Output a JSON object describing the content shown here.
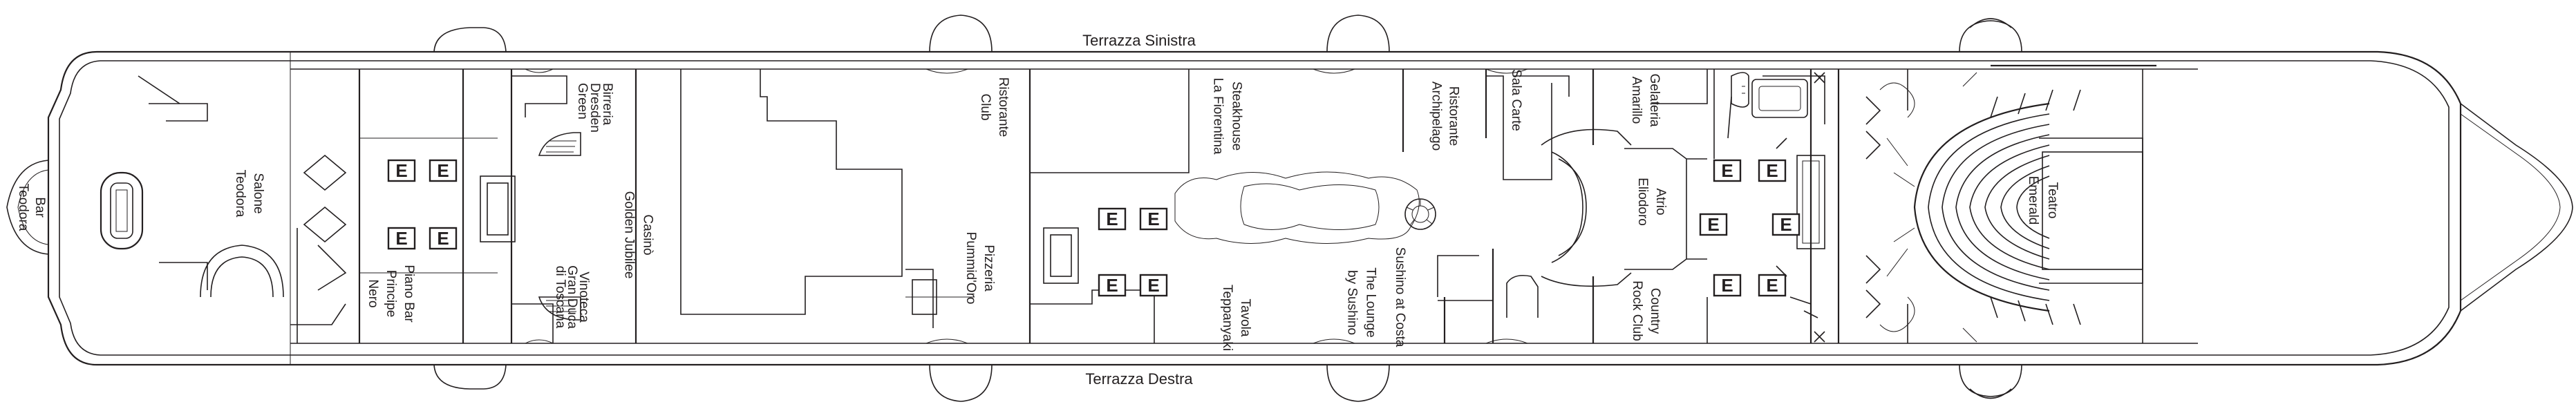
{
  "deck": {
    "terraces": {
      "port": "Terrazza Sinistra",
      "starboard": "Terrazza Destra"
    },
    "elevator_glyph": "E",
    "venues": [
      {
        "id": "bar-teodora",
        "lines": [
          "Bar",
          "Teodora"
        ]
      },
      {
        "id": "salone-teodora",
        "lines": [
          "Salone",
          "Teodora"
        ]
      },
      {
        "id": "piano-bar",
        "lines": [
          "Piano Bar",
          "Principe",
          "Nero"
        ]
      },
      {
        "id": "birreria",
        "lines": [
          "Birreria",
          "Dresden",
          "Green"
        ]
      },
      {
        "id": "casino",
        "lines": [
          "Casinò",
          "Golden Jubilee"
        ]
      },
      {
        "id": "vinoteca",
        "lines": [
          "Vinoteca",
          "Gran Duca",
          "di Toscana"
        ]
      },
      {
        "id": "ristorante-club",
        "lines": [
          "Ristorante",
          "Club"
        ]
      },
      {
        "id": "pizzeria",
        "lines": [
          "Pizzeria",
          "Pummid'Oro"
        ]
      },
      {
        "id": "steakhouse",
        "lines": [
          "Steakhouse",
          "La Fiorentina"
        ]
      },
      {
        "id": "teppanyaki",
        "lines": [
          "Tavola",
          "Teppanyaki"
        ]
      },
      {
        "id": "the-lounge",
        "lines": [
          "The Lounge",
          "by Sushino"
        ]
      },
      {
        "id": "ristorante-archipelago",
        "lines": [
          "Ristorante",
          "Archipelago"
        ]
      },
      {
        "id": "sushino",
        "lines": [
          "Sushino at Costa"
        ]
      },
      {
        "id": "sala-carte",
        "lines": [
          "Sala Carte"
        ]
      },
      {
        "id": "gelateria",
        "lines": [
          "Gelateria",
          "Amarillo"
        ]
      },
      {
        "id": "atrio",
        "lines": [
          "Atrio",
          "Eliodoro"
        ]
      },
      {
        "id": "country-rock-club",
        "lines": [
          "Country",
          "Rock Club"
        ]
      },
      {
        "id": "teatro",
        "lines": [
          "Teatro",
          "Emerald"
        ]
      }
    ]
  }
}
